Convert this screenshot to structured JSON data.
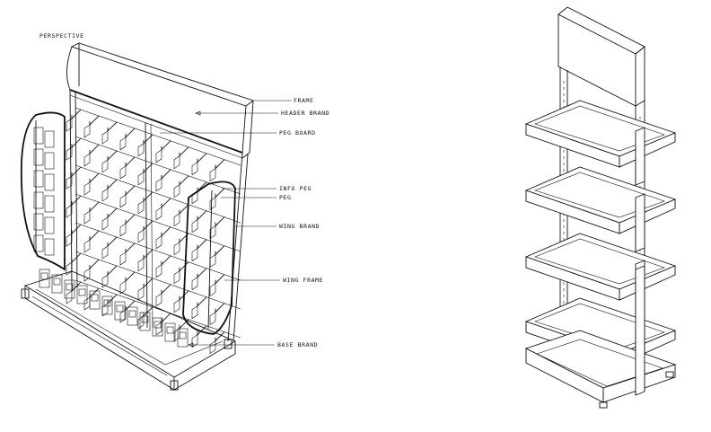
{
  "title": "PERSPECTIVE",
  "labels": {
    "frame": "FRAME",
    "header_brand": "HEADER BRAND",
    "peg_board": "PEG BOARD",
    "info_peg": "INFO PEG",
    "peg": "PEG",
    "wing_brand": "WING BRAND",
    "wing_frame": "WING FRAME",
    "base_brand": "BASE BRAND"
  }
}
